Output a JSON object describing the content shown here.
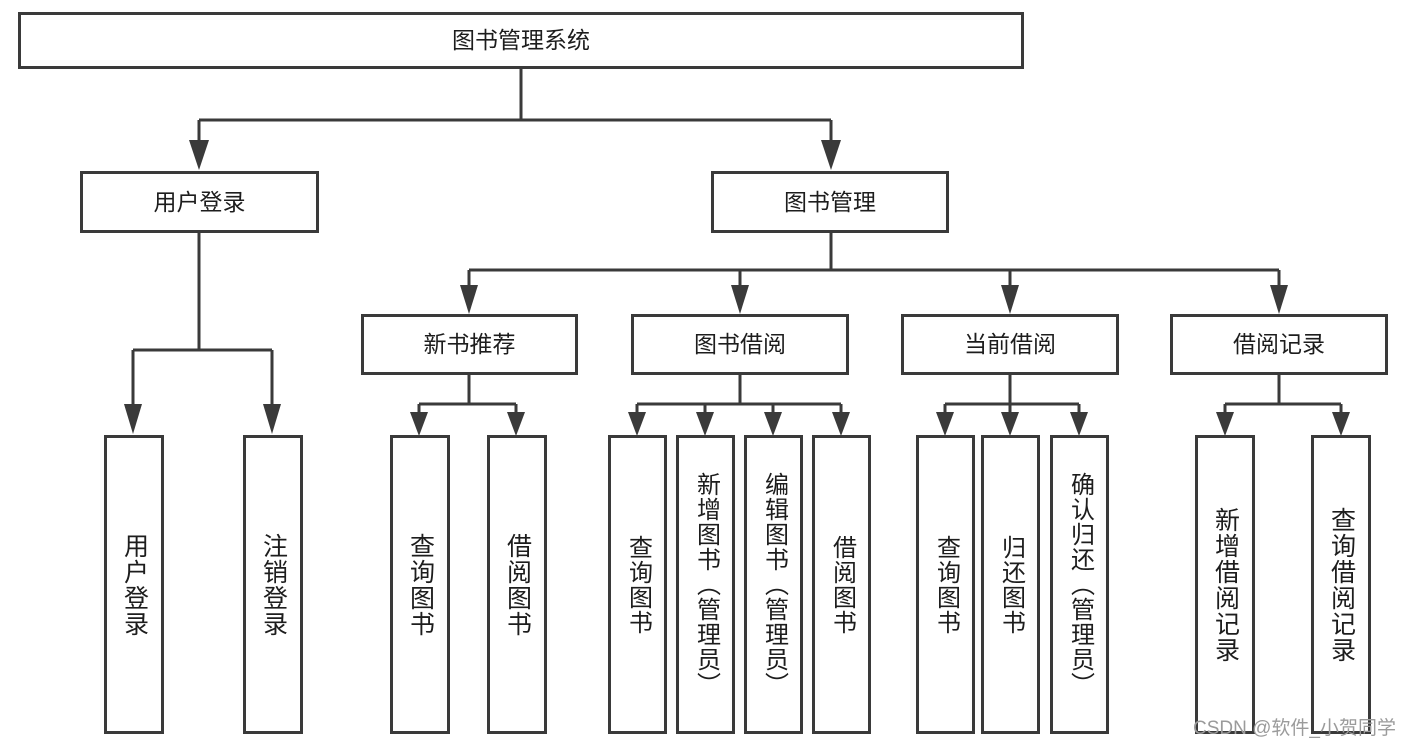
{
  "diagram": {
    "title_node": {
      "label": "图书管理系统"
    },
    "level2": [
      {
        "label": "用户登录"
      },
      {
        "label": "图书管理"
      }
    ],
    "level3": [
      {
        "label": "新书推荐"
      },
      {
        "label": "图书借阅"
      },
      {
        "label": "当前借阅"
      },
      {
        "label": "借阅记录"
      }
    ],
    "leaves": {
      "user_login": [
        {
          "label": "用户登录"
        },
        {
          "label": "注销登录"
        }
      ],
      "new_book_recommend": [
        {
          "label": "查询图书"
        },
        {
          "label": "借阅图书"
        }
      ],
      "book_borrow": [
        {
          "label": "查询图书"
        },
        {
          "label": "新增图书（管理员）"
        },
        {
          "label": "编辑图书（管理员）"
        },
        {
          "label": "借阅图书"
        }
      ],
      "current_borrow": [
        {
          "label": "查询图书"
        },
        {
          "label": "归还图书"
        },
        {
          "label": "确认归还（管理员）"
        }
      ],
      "borrow_record": [
        {
          "label": "新增借阅记录"
        },
        {
          "label": "查询借阅记录"
        }
      ]
    }
  },
  "watermark": {
    "text": "CSDN @软件_小贺同学"
  },
  "colors": {
    "box_stroke": "#3a3a3a",
    "box_fill": "#ffffff",
    "text": "#1d1d1d",
    "watermark": "#9b9b9b",
    "background": "#ffffff"
  }
}
